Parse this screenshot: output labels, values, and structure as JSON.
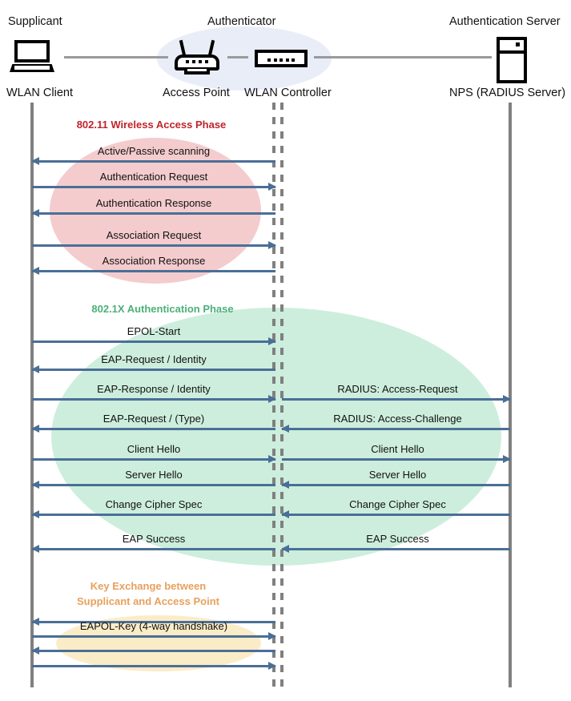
{
  "header": {
    "columns": [
      {
        "role": "Supplicant",
        "device": "WLAN Client",
        "icon": "laptop-icon"
      },
      {
        "role": "Authenticator",
        "device": "Access Point",
        "icon": "access-point-icon"
      },
      {
        "role": "",
        "device": "WLAN Controller",
        "icon": "wlan-controller-icon"
      },
      {
        "role": "Authentication Server",
        "device": "NPS (RADIUS Server)",
        "icon": "server-icon"
      }
    ]
  },
  "colors": {
    "phase_80211": "#c0242a",
    "phase_8021x": "#4cb07a",
    "phase_keyexchange": "#e8a05c",
    "arrow": "#4a6f96",
    "blob_pink": "#f4ccce",
    "blob_green": "#cdeedd",
    "blob_amber": "#fbecc8",
    "blob_blue": "#e8edf7",
    "lifeline": "#808080"
  },
  "phases": [
    {
      "id": "phase-80211",
      "label": "802.11 Wireless Access Phase"
    },
    {
      "id": "phase-8021x",
      "label": "802.1X Authentication Phase"
    },
    {
      "id": "phase-key",
      "label": "Key Exchange between\nSupplicant and Access Point"
    }
  ],
  "messages_left": [
    {
      "label": "Active/Passive scanning",
      "dir": "left"
    },
    {
      "label": "Authentication Request",
      "dir": "right"
    },
    {
      "label": "Authentication Response",
      "dir": "left"
    },
    {
      "label": "Association Request",
      "dir": "right"
    },
    {
      "label": "Association Response",
      "dir": "left"
    },
    {
      "label": "EPOL-Start",
      "dir": "right"
    },
    {
      "label": "EAP-Request / Identity",
      "dir": "left"
    },
    {
      "label": "EAP-Response / Identity",
      "dir": "right"
    },
    {
      "label": "EAP-Request / (Type)",
      "dir": "left"
    },
    {
      "label": "Client Hello",
      "dir": "right"
    },
    {
      "label": "Server Hello",
      "dir": "left"
    },
    {
      "label": "Change Cipher Spec",
      "dir": "left"
    },
    {
      "label": "EAP Success",
      "dir": "left"
    },
    {
      "label": "",
      "dir": "left"
    },
    {
      "label": "EAPOL-Key (4-way handshake)",
      "dir": "right"
    },
    {
      "label": "",
      "dir": "left"
    },
    {
      "label": "",
      "dir": "right"
    }
  ],
  "messages_right": [
    {
      "label": "RADIUS: Access-Request",
      "dir": "right"
    },
    {
      "label": "RADIUS: Access-Challenge",
      "dir": "left"
    },
    {
      "label": "Client Hello",
      "dir": "right"
    },
    {
      "label": "Server Hello",
      "dir": "left"
    },
    {
      "label": "Change Cipher Spec",
      "dir": "left"
    },
    {
      "label": "EAP Success",
      "dir": "left"
    }
  ]
}
